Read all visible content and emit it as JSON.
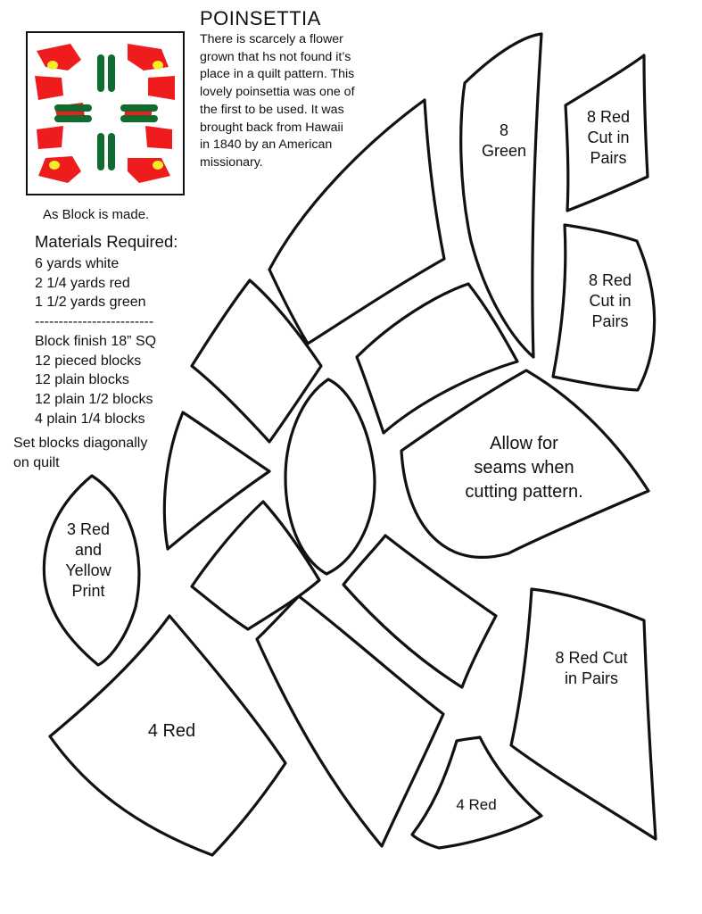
{
  "title": "POINSETTIA",
  "description": [
    "There is scarcely a flower",
    "grown that hs not found it’s",
    "place in a quilt pattern. This",
    "lovely poinsettia was one of",
    "the first to be used. It was",
    "brought back from Hawaii",
    "in 1840 by an American",
    "missionary."
  ],
  "block_caption": "As Block is made.",
  "materials": {
    "heading": "Materials Required:",
    "items": [
      "6 yards white",
      "2 1/4 yards red",
      "1 1/2 yards green"
    ],
    "divider": "-------------------------",
    "block_info": [
      "Block finish 18” SQ",
      "12 pieced blocks",
      "12 plain blocks",
      "12 plain 1/2 blocks",
      "4 plain 1/4 blocks"
    ]
  },
  "set_note": [
    "Set blocks diagonally",
    "on quilt"
  ],
  "piece_labels": {
    "green": [
      "8",
      "Green"
    ],
    "red_pairs_top": [
      "8 Red",
      "Cut in",
      "Pairs"
    ],
    "red_pairs_mid": [
      "8 Red",
      "Cut in",
      "Pairs"
    ],
    "allow_seams": [
      "Allow for",
      "seams when",
      "cutting pattern."
    ],
    "red_yellow_print": [
      "3 Red",
      "and",
      "Yellow",
      "Print"
    ],
    "red_pairs_bottom": [
      "8 Red Cut",
      "in Pairs"
    ],
    "four_red_large": "4 Red",
    "four_red_small": "4 Red"
  },
  "colors": {
    "red": "#ee1c1c",
    "green": "#0f6b2e",
    "yellow": "#f4ee2a",
    "outline": "#111111"
  }
}
